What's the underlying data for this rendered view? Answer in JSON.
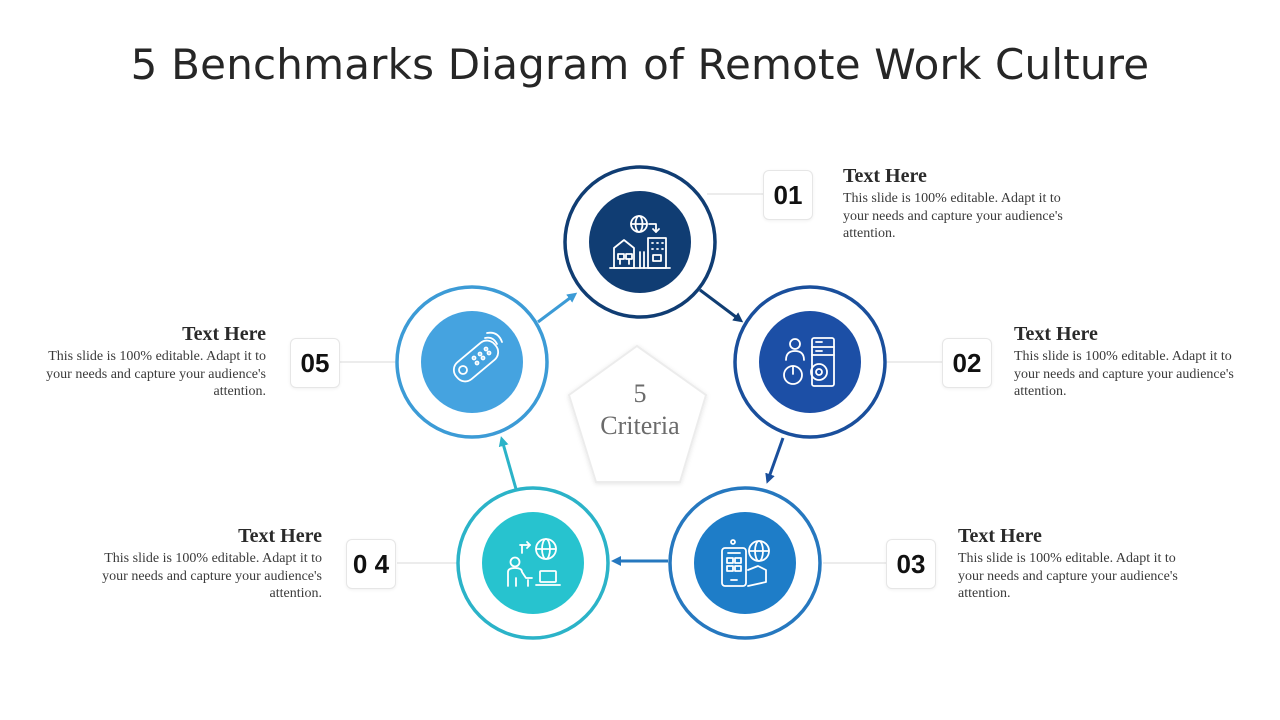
{
  "title": "5 Benchmarks Diagram of Remote Work Culture",
  "center": {
    "number": "5",
    "label": "Criteria"
  },
  "items": [
    {
      "number": "01",
      "heading": "Text Here",
      "body": "This slide is 100% editable. Adapt it to your needs and capture your audience's attention.",
      "icon": "remote-office-globe-icon",
      "ring_color": "#103d73",
      "fill_color": "#103d73"
    },
    {
      "number": "02",
      "heading": "Text Here",
      "body": "This slide is 100% editable. Adapt it to your needs and capture your audience's attention.",
      "icon": "worker-server-gear-icon",
      "ring_color": "#1a4f9c",
      "fill_color": "#1c4fa6"
    },
    {
      "number": "03",
      "heading": "Text Here",
      "body": "This slide is 100% editable. Adapt it to your needs and capture your audience's attention.",
      "icon": "mobile-globe-icon",
      "ring_color": "#2678bf",
      "fill_color": "#1e7dc8"
    },
    {
      "number": "0 4",
      "heading": "Text Here",
      "body": "This slide is 100% editable. Adapt it to your needs and capture your audience's attention.",
      "icon": "remote-worker-laptop-globe-icon",
      "ring_color": "#2bb3c8",
      "fill_color": "#27c3cf"
    },
    {
      "number": "05",
      "heading": "Text Here",
      "body": "This slide is 100% editable. Adapt it to your needs and capture your audience's attention.",
      "icon": "remote-control-icon",
      "ring_color": "#3c9bd6",
      "fill_color": "#45a3e0"
    }
  ]
}
